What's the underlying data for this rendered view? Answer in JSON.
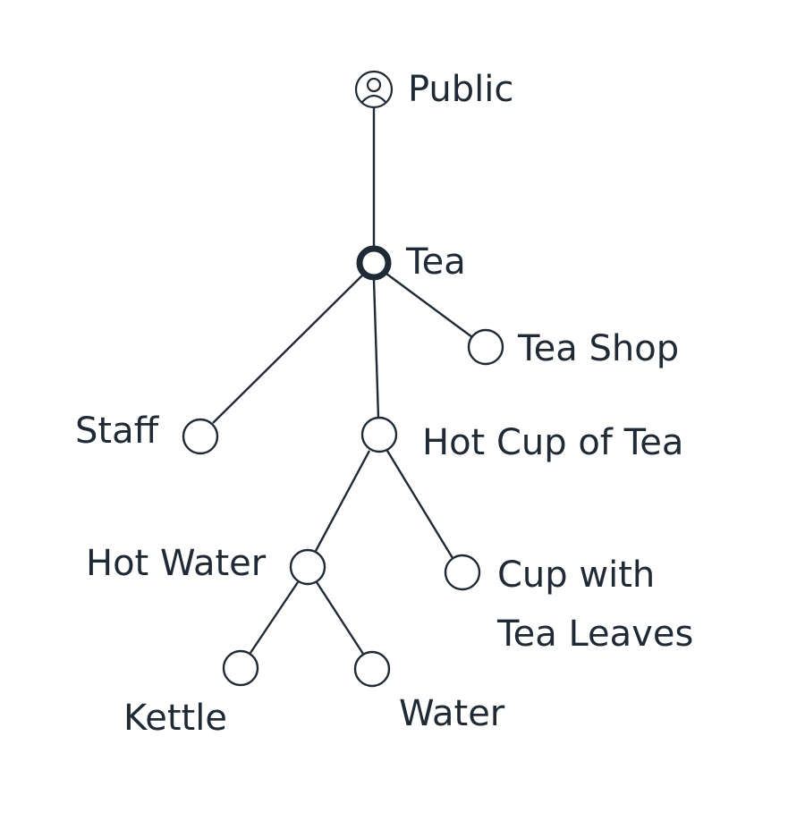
{
  "diagram": {
    "colors": {
      "ink": "#1f2a37",
      "background": "#ffffff"
    },
    "nodes": {
      "public": {
        "label": "Public",
        "icon": "user-icon"
      },
      "tea": {
        "label": "Tea"
      },
      "tea_shop": {
        "label": "Tea Shop"
      },
      "staff": {
        "label": "Staff"
      },
      "hot_cup": {
        "label": "Hot Cup of Tea"
      },
      "hot_water": {
        "label": "Hot Water"
      },
      "cup_leaves": {
        "label_line1": "Cup with",
        "label_line2": "Tea Leaves"
      },
      "kettle": {
        "label": "Kettle"
      },
      "water": {
        "label": "Water"
      }
    },
    "edges": [
      [
        "public",
        "tea"
      ],
      [
        "tea",
        "staff"
      ],
      [
        "tea",
        "hot_cup"
      ],
      [
        "tea",
        "tea_shop"
      ],
      [
        "hot_cup",
        "hot_water"
      ],
      [
        "hot_cup",
        "cup_leaves"
      ],
      [
        "hot_water",
        "kettle"
      ],
      [
        "hot_water",
        "water"
      ]
    ]
  }
}
